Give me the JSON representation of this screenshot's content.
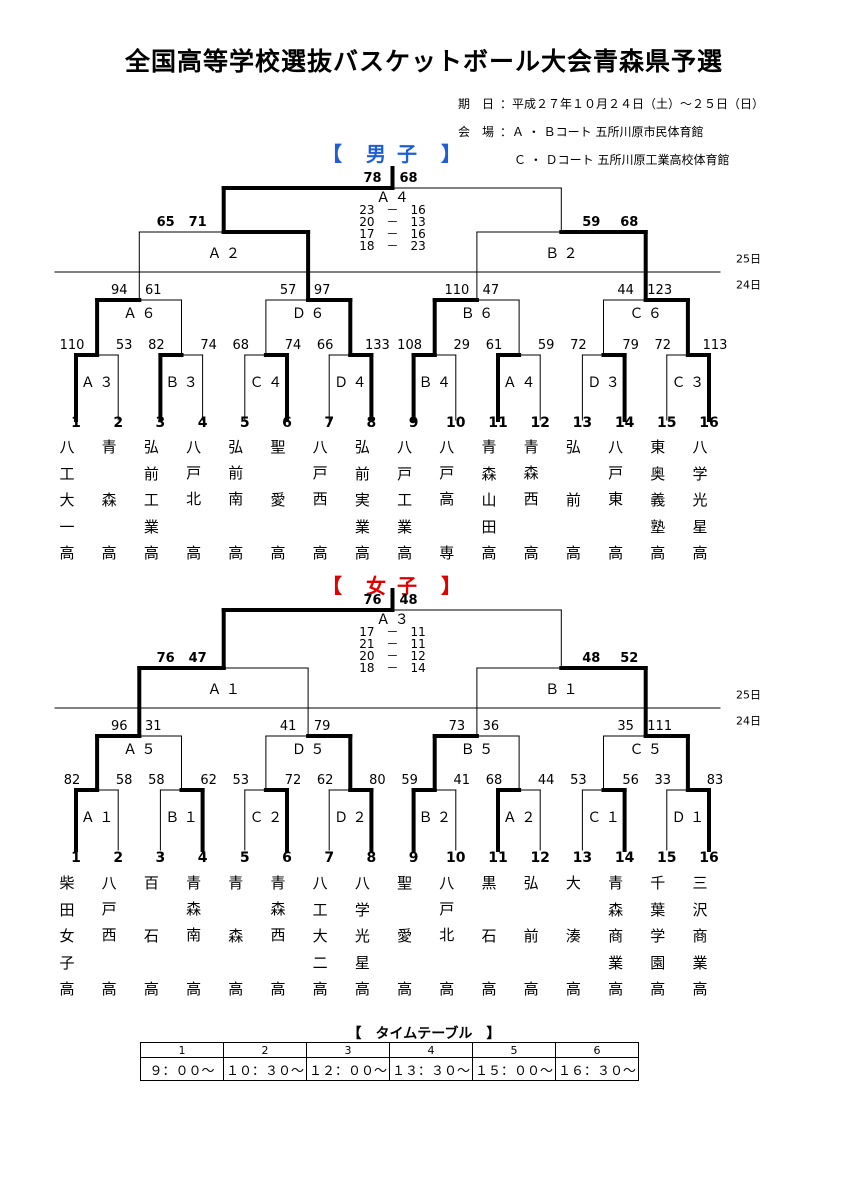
{
  "title": "全国高等学校選抜バスケットボール大会青森県予選",
  "info": {
    "date_label": "期　日",
    "date_value": "：平成２７年１０月２４日（土）～２５日（日）",
    "venue_label": "会　場",
    "venue_1": "：Ａ ・ Ｂコート 五所川原市民体育館",
    "venue_2": "Ｃ ・ Ｄコート 五所川原工業高校体育館"
  },
  "day_labels": {
    "day25": "25日",
    "day24": "24日"
  },
  "colors": {
    "boys_heading": "#1f5fd6",
    "girls_heading": "#e00000"
  },
  "sections": [
    {
      "heading": "【　男 子　】",
      "teams": [
        {
          "num": "1",
          "name": "八工大一高"
        },
        {
          "num": "2",
          "name": "青森高"
        },
        {
          "num": "3",
          "name": "弘前工業高"
        },
        {
          "num": "4",
          "name": "八戸北高"
        },
        {
          "num": "5",
          "name": "弘前南高"
        },
        {
          "num": "6",
          "name": "聖愛高"
        },
        {
          "num": "7",
          "name": "八戸西高"
        },
        {
          "num": "8",
          "name": "弘前実業高"
        },
        {
          "num": "9",
          "name": "八戸工業高"
        },
        {
          "num": "10",
          "name": "八戸高専"
        },
        {
          "num": "11",
          "name": "青森山田高"
        },
        {
          "num": "12",
          "name": "青森西高"
        },
        {
          "num": "13",
          "name": "弘前高"
        },
        {
          "num": "14",
          "name": "八戸東高"
        },
        {
          "num": "15",
          "name": "東奥義塾高"
        },
        {
          "num": "16",
          "name": "八学光星高"
        }
      ],
      "r1": [
        {
          "label": "Ａ ３",
          "s1": "110",
          "s2": "53",
          "win": 1
        },
        {
          "label": "Ｂ ３",
          "s1": "82",
          "s2": "74",
          "win": 1
        },
        {
          "label": "Ｃ ４",
          "s1": "68",
          "s2": "74",
          "win": 2
        },
        {
          "label": "Ｄ ４",
          "s1": "66",
          "s2": "133",
          "win": 2
        },
        {
          "label": "Ｂ ４",
          "s1": "108",
          "s2": "29",
          "win": 1
        },
        {
          "label": "Ａ ４",
          "s1": "61",
          "s2": "59",
          "win": 1
        },
        {
          "label": "Ｄ ３",
          "s1": "72",
          "s2": "79",
          "win": 2
        },
        {
          "label": "Ｃ ３",
          "s1": "72",
          "s2": "113",
          "win": 2
        }
      ],
      "r2": [
        {
          "label": "Ａ ６",
          "s1": "94",
          "s2": "61",
          "win": 1
        },
        {
          "label": "Ｄ ６",
          "s1": "57",
          "s2": "97",
          "win": 2
        },
        {
          "label": "Ｂ ６",
          "s1": "110",
          "s2": "47",
          "win": 1
        },
        {
          "label": "Ｃ ６",
          "s1": "44",
          "s2": "123",
          "win": 2
        }
      ],
      "sf": [
        {
          "label": "Ａ ２",
          "s1": "65",
          "s2": "71",
          "win": 2
        },
        {
          "label": "Ｂ ２",
          "s1": "59",
          "s2": "68",
          "win": 2
        }
      ],
      "final": {
        "label": "Ａ ４",
        "s1": "78",
        "s2": "68",
        "win": 1,
        "periods": [
          "23　－　16",
          "20　－　13",
          "17　－　16",
          "18　－　23"
        ]
      }
    },
    {
      "heading": "【　女 子　】",
      "teams": [
        {
          "num": "1",
          "name": "柴田女子高"
        },
        {
          "num": "2",
          "name": "八戸西高"
        },
        {
          "num": "3",
          "name": "百石高"
        },
        {
          "num": "4",
          "name": "青森南高"
        },
        {
          "num": "5",
          "name": "青森高"
        },
        {
          "num": "6",
          "name": "青森西高"
        },
        {
          "num": "7",
          "name": "八工大二高"
        },
        {
          "num": "8",
          "name": "八学光星高"
        },
        {
          "num": "9",
          "name": "聖愛高"
        },
        {
          "num": "10",
          "name": "八戸北高"
        },
        {
          "num": "11",
          "name": "黒石高"
        },
        {
          "num": "12",
          "name": "弘前高"
        },
        {
          "num": "13",
          "name": "大湊高"
        },
        {
          "num": "14",
          "name": "青森商業高"
        },
        {
          "num": "15",
          "name": "千葉学園高"
        },
        {
          "num": "16",
          "name": "三沢商業高"
        }
      ],
      "r1": [
        {
          "label": "Ａ １",
          "s1": "82",
          "s2": "58",
          "win": 1
        },
        {
          "label": "Ｂ １",
          "s1": "58",
          "s2": "62",
          "win": 2
        },
        {
          "label": "Ｃ ２",
          "s1": "53",
          "s2": "72",
          "win": 2
        },
        {
          "label": "Ｄ ２",
          "s1": "62",
          "s2": "80",
          "win": 2
        },
        {
          "label": "Ｂ ２",
          "s1": "59",
          "s2": "41",
          "win": 1
        },
        {
          "label": "Ａ ２",
          "s1": "68",
          "s2": "44",
          "win": 1
        },
        {
          "label": "Ｃ １",
          "s1": "53",
          "s2": "56",
          "win": 2
        },
        {
          "label": "Ｄ １",
          "s1": "33",
          "s2": "83",
          "win": 2
        }
      ],
      "r2": [
        {
          "label": "Ａ ５",
          "s1": "96",
          "s2": "31",
          "win": 1
        },
        {
          "label": "Ｄ ５",
          "s1": "41",
          "s2": "79",
          "win": 2
        },
        {
          "label": "Ｂ ５",
          "s1": "73",
          "s2": "36",
          "win": 1
        },
        {
          "label": "Ｃ ５",
          "s1": "35",
          "s2": "111",
          "win": 2
        }
      ],
      "sf": [
        {
          "label": "Ａ １",
          "s1": "76",
          "s2": "47",
          "win": 1
        },
        {
          "label": "Ｂ １",
          "s1": "48",
          "s2": "52",
          "win": 2
        }
      ],
      "final": {
        "label": "Ａ ３",
        "s1": "76",
        "s2": "48",
        "win": 1,
        "periods": [
          "17　－　11",
          "21　－　11",
          "20　－　12",
          "18　－　14"
        ]
      }
    }
  ],
  "timetable": {
    "title": "【　タイムテーブル　】",
    "headers": [
      "1",
      "2",
      "3",
      "4",
      "5",
      "6"
    ],
    "times": [
      "９：００～",
      "１０：３０～",
      "１２：００～",
      "１３：３０～",
      "１５：００～",
      "１６：３０～"
    ]
  }
}
